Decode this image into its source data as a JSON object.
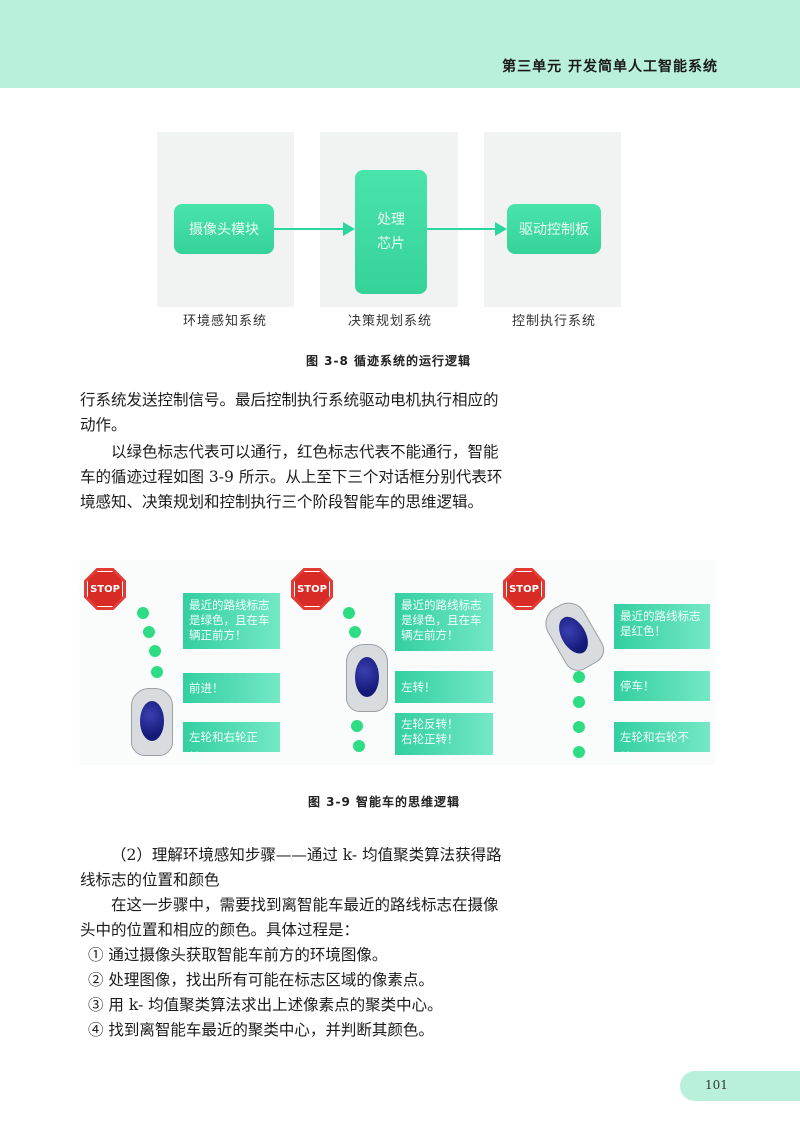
{
  "header": {
    "title": "第三单元  开发简单人工智能系统"
  },
  "figure_3_8": {
    "boxes": {
      "camera": "摄像头模块",
      "processor_line1": "处理",
      "processor_line2": "芯片",
      "driver": "驱动控制板"
    },
    "systems": [
      "环境感知系统",
      "决策规划系统",
      "控制执行系统"
    ],
    "caption": "图 3-8  循迹系统的运行逻辑"
  },
  "paragraphs": {
    "p1": "行系统发送控制信号。最后控制执行系统驱动电机执行相应的动作。",
    "p2": "以绿色标志代表可以通行，红色标志代表不能通行，智能车的循迹过程如图 3-9 所示。从上至下三个对话框分别代表环境感知、决策规划和控制执行三个阶段智能车的思维逻辑。"
  },
  "figure_3_9": {
    "stop_text": "STOP",
    "scenes": [
      {
        "perception": "最近的路线标志是绿色，且在车辆正前方！",
        "decision": "前进！",
        "action": "左轮和右轮正转！"
      },
      {
        "perception": "最近的路线标志是绿色，且在车辆左前方！",
        "decision": "左转！",
        "action_line1": "左轮反转！",
        "action_line2": "右轮正转！"
      },
      {
        "perception": "最近的路线标志是红色！",
        "decision": "停车！",
        "action": "左轮和右轮不转！"
      }
    ],
    "caption": "图 3-9  智能车的思维逻辑"
  },
  "section": {
    "heading": "（2）理解环境感知步骤——通过 k- 均值聚类算法获得路线标志的位置和颜色",
    "intro": "在这一步骤中，需要找到离智能车最近的路线标志在摄像头中的位置和相应的颜色。具体过程是：",
    "steps": [
      "① 通过摄像头获取智能车前方的环境图像。",
      "② 处理图像，找出所有可能在标志区域的像素点。",
      "③ 用 k- 均值聚类算法求出上述像素点的聚类中心。",
      "④ 找到离智能车最近的聚类中心，并判断其颜色。"
    ]
  },
  "page_number": "101",
  "colors": {
    "accent_band": "#b8f0dc",
    "green_box": "#3cd9a2",
    "stop_red": "#e33b34"
  }
}
